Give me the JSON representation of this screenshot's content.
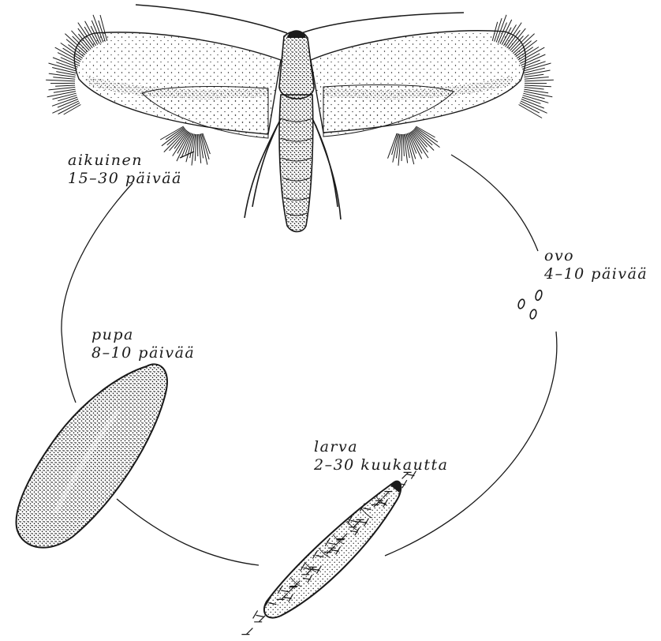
{
  "diagram": {
    "stages": {
      "adult": {
        "name": "aikuinen",
        "duration": "15–30 päivää"
      },
      "egg": {
        "name": "ovo",
        "duration": "4–10 päivää"
      },
      "pupa": {
        "name": "pupa",
        "duration": "8–10 päivää"
      },
      "larva": {
        "name": "larva",
        "duration": "2–30 kuukautta"
      }
    },
    "colors": {
      "ink": "#1a1a1a",
      "background": "#ffffff"
    }
  }
}
